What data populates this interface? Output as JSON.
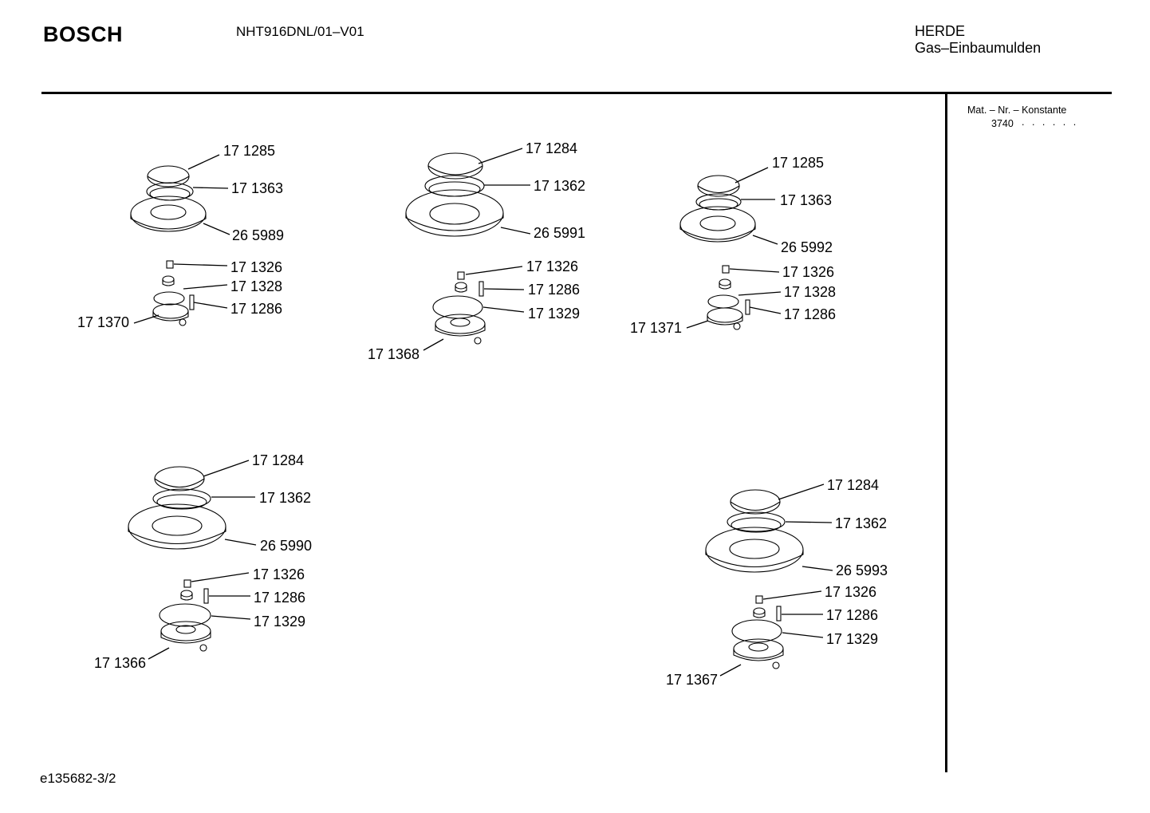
{
  "header": {
    "brand": "BOSCH",
    "model": "NHT916DNL/01–V01",
    "category": "HERDE",
    "subcategory": "Gas–Einbaumulden"
  },
  "sidebar": {
    "mat_label": "Mat. – Nr. – Konstante",
    "mat_value": "3740",
    "mat_dots": ". . . . . ."
  },
  "footer": {
    "doc_id": "e135682‑3/2"
  },
  "assemblies": [
    {
      "id": "burner-a",
      "parts": [
        {
          "role": "cap",
          "number": "17 1285"
        },
        {
          "role": "crown",
          "number": "17 1363"
        },
        {
          "role": "plate",
          "number": "26 5989"
        },
        {
          "role": "jet",
          "number": "17 1326"
        },
        {
          "role": "ring",
          "number": "17 1328"
        },
        {
          "role": "thermocouple",
          "number": "17 1286"
        },
        {
          "role": "burner-base",
          "number": "17 1370"
        }
      ]
    },
    {
      "id": "burner-b",
      "parts": [
        {
          "role": "cap",
          "number": "17 1284"
        },
        {
          "role": "crown",
          "number": "17 1362"
        },
        {
          "role": "plate",
          "number": "26 5991"
        },
        {
          "role": "jet",
          "number": "17 1326"
        },
        {
          "role": "thermocouple",
          "number": "17 1286"
        },
        {
          "role": "ring",
          "number": "17 1329"
        },
        {
          "role": "burner-base",
          "number": "17 1368"
        }
      ]
    },
    {
      "id": "burner-c",
      "parts": [
        {
          "role": "cap",
          "number": "17 1285"
        },
        {
          "role": "crown",
          "number": "17 1363"
        },
        {
          "role": "plate",
          "number": "26 5992"
        },
        {
          "role": "jet",
          "number": "17 1326"
        },
        {
          "role": "ring",
          "number": "17 1328"
        },
        {
          "role": "thermocouple",
          "number": "17 1286"
        },
        {
          "role": "burner-base",
          "number": "17 1371"
        }
      ]
    },
    {
      "id": "burner-d",
      "parts": [
        {
          "role": "cap",
          "number": "17 1284"
        },
        {
          "role": "crown",
          "number": "17 1362"
        },
        {
          "role": "plate",
          "number": "26 5990"
        },
        {
          "role": "jet",
          "number": "17 1326"
        },
        {
          "role": "thermocouple",
          "number": "17 1286"
        },
        {
          "role": "ring",
          "number": "17 1329"
        },
        {
          "role": "burner-base",
          "number": "17 1366"
        }
      ]
    },
    {
      "id": "burner-e",
      "parts": [
        {
          "role": "cap",
          "number": "17 1284"
        },
        {
          "role": "crown",
          "number": "17 1362"
        },
        {
          "role": "plate",
          "number": "26 5993"
        },
        {
          "role": "jet",
          "number": "17 1326"
        },
        {
          "role": "thermocouple",
          "number": "17 1286"
        },
        {
          "role": "ring",
          "number": "17 1329"
        },
        {
          "role": "burner-base",
          "number": "17 1367"
        }
      ]
    }
  ]
}
